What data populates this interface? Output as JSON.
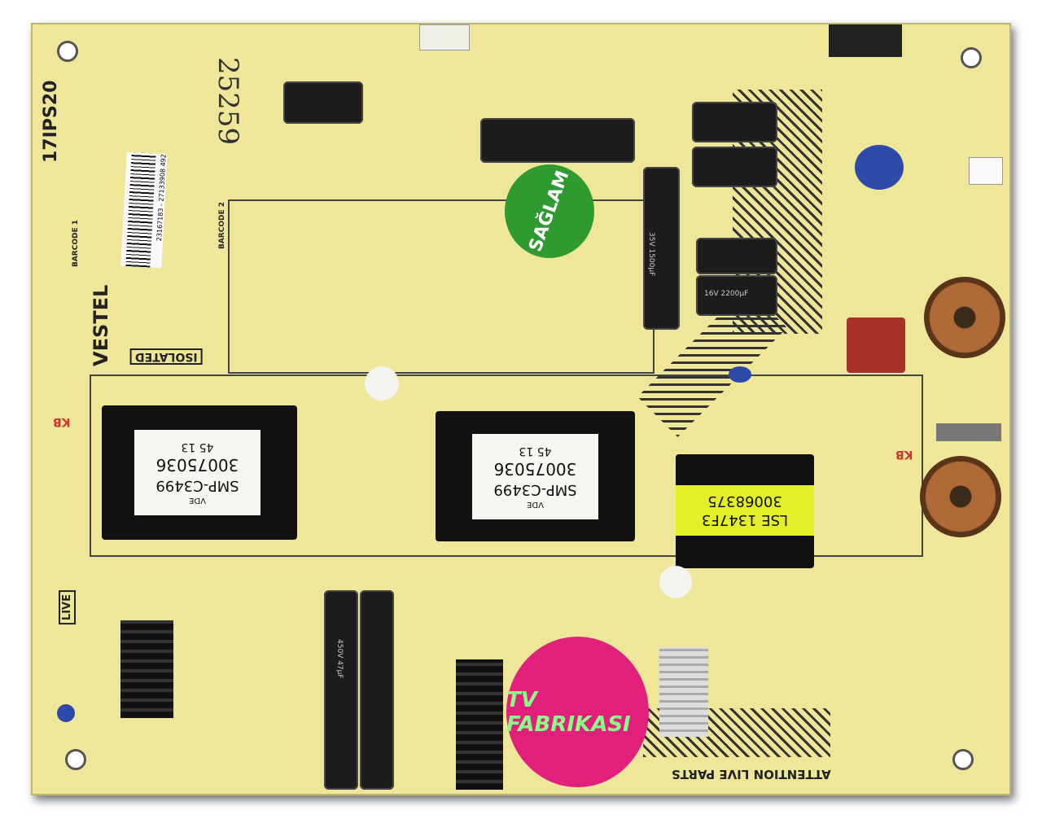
{
  "board": {
    "model": "17IPS20",
    "brand": "VESTEL",
    "isolated": "ISOLATED",
    "handwritten": "25259",
    "barcode_number": "23167183 - 27133908 492",
    "barcode_1": "BARCODE 1",
    "barcode_2": "BARCODE 2",
    "live": "LIVE",
    "warning": "ATTENTION LIVE PARTS",
    "kb": "KB"
  },
  "sticker": {
    "text": "SAĞLAM",
    "color": "#2f9a2f"
  },
  "transformers": [
    {
      "part": "30075036",
      "model": "SMP-C3499",
      "date": "45 13",
      "mark": "VDE"
    },
    {
      "part": "30075036",
      "model": "SMP-C3499",
      "date": "45 13",
      "mark": "VDE"
    },
    {
      "part": "30068375",
      "model": "LSE 1347F3"
    }
  ],
  "capacitors": {
    "main": "450V 47µF",
    "low": "35V 1500µF",
    "lv": "16V 2200µF"
  },
  "logo": {
    "text": "TV FABRIKASI",
    "color": "#e0207a"
  }
}
